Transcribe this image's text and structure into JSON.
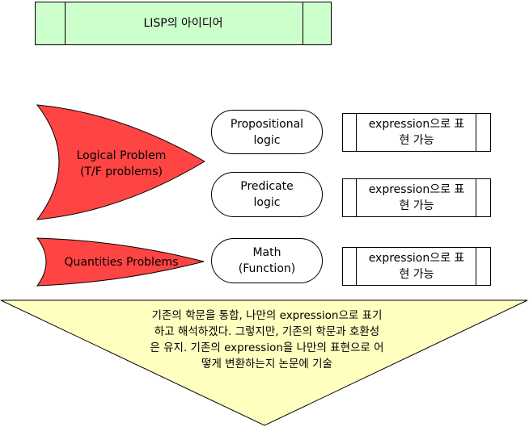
{
  "title_box": {
    "text": "LISP의 아이디어",
    "fill": "#ccffcc"
  },
  "problems": [
    {
      "label": "Logical Problem\n(T/F problems)",
      "fill": "#ff4444"
    },
    {
      "label": "Quantities Problems",
      "fill": "#ff4444"
    }
  ],
  "approaches": [
    {
      "label": "Propositional\nlogic"
    },
    {
      "label": "Predicate\nlogic"
    },
    {
      "label": "Math\n(Function)"
    }
  ],
  "results": [
    {
      "label": "expression으로 표\n현 가능"
    },
    {
      "label": "expression으로 표\n현 가능"
    },
    {
      "label": "expression으로 표\n현 가능"
    }
  ],
  "summary": {
    "text": "기존의 학문을 통합, 나만의 expression으로 표기\n하고 해석하겠다. 그렇지만, 기존의 학문과 호환성\n은 유지. 기존의 expression을 나만의 표현으로 어\n떻게 변환하는지 논문에 기술",
    "fill": "#ffffc0"
  }
}
